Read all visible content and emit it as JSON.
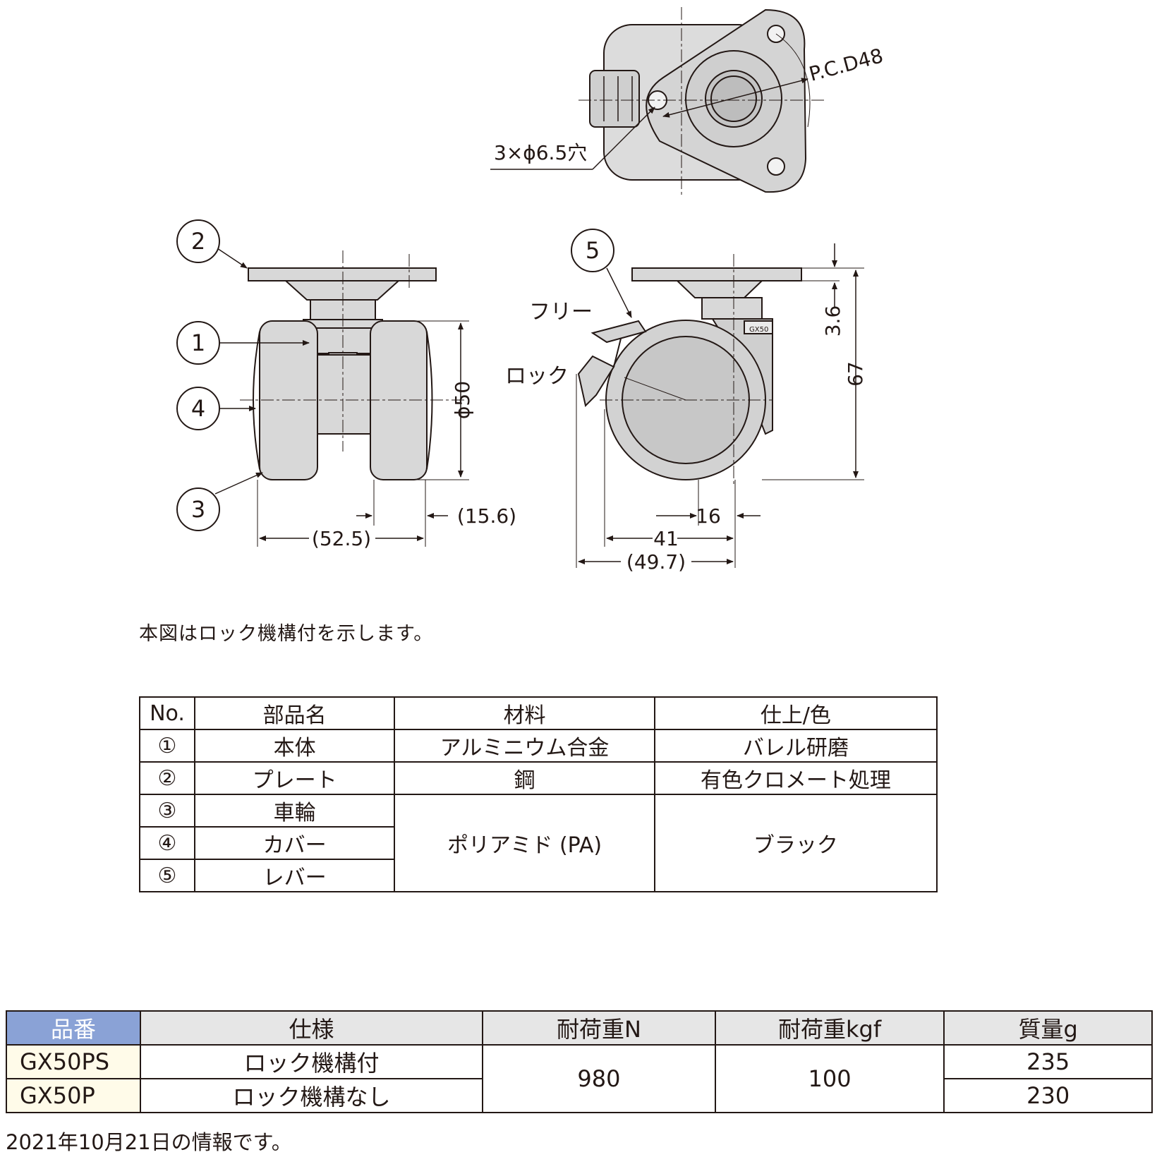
{
  "drawing": {
    "labels": {
      "pcd": "P.C.D48",
      "holes": "3×ϕ6.5穴",
      "c1": "1",
      "c2": "2",
      "c3": "3",
      "c4": "4",
      "c5": "5",
      "free": "フリー",
      "lock": "ロック",
      "dia50": "ϕ50",
      "d525": "(52.5)",
      "d156": "(15.6)",
      "d16": "16",
      "d41": "41",
      "d497": "(49.7)",
      "d36": "3.6",
      "d67": "67",
      "gx": "GX50"
    }
  },
  "note": "本図はロック機構付を示します。",
  "parts_table": {
    "headers": [
      "No.",
      "部品名",
      "材料",
      "仕上/色"
    ],
    "rows": [
      {
        "no": "①",
        "name": "本体",
        "material": "アルミニウム合金",
        "finish": "バレル研磨"
      },
      {
        "no": "②",
        "name": "プレート",
        "material": "鋼",
        "finish": "有色クロメート処理"
      },
      {
        "no": "③",
        "name": "車輪"
      },
      {
        "no": "④",
        "name": "カバー"
      },
      {
        "no": "⑤",
        "name": "レバー"
      }
    ],
    "shared_material": "ポリアミド (PA)",
    "shared_finish": "ブラック"
  },
  "spec_table": {
    "headers": [
      "品番",
      "仕様",
      "耐荷重N",
      "耐荷重kgf",
      "質量g"
    ],
    "rows": [
      {
        "model": "GX50PS",
        "spec": "ロック機構付",
        "mass": "235"
      },
      {
        "model": "GX50P",
        "spec": "ロック機構なし",
        "mass": "230"
      }
    ],
    "load_n": "980",
    "load_kgf": "100"
  },
  "footer": "2021年10月21日の情報です。"
}
